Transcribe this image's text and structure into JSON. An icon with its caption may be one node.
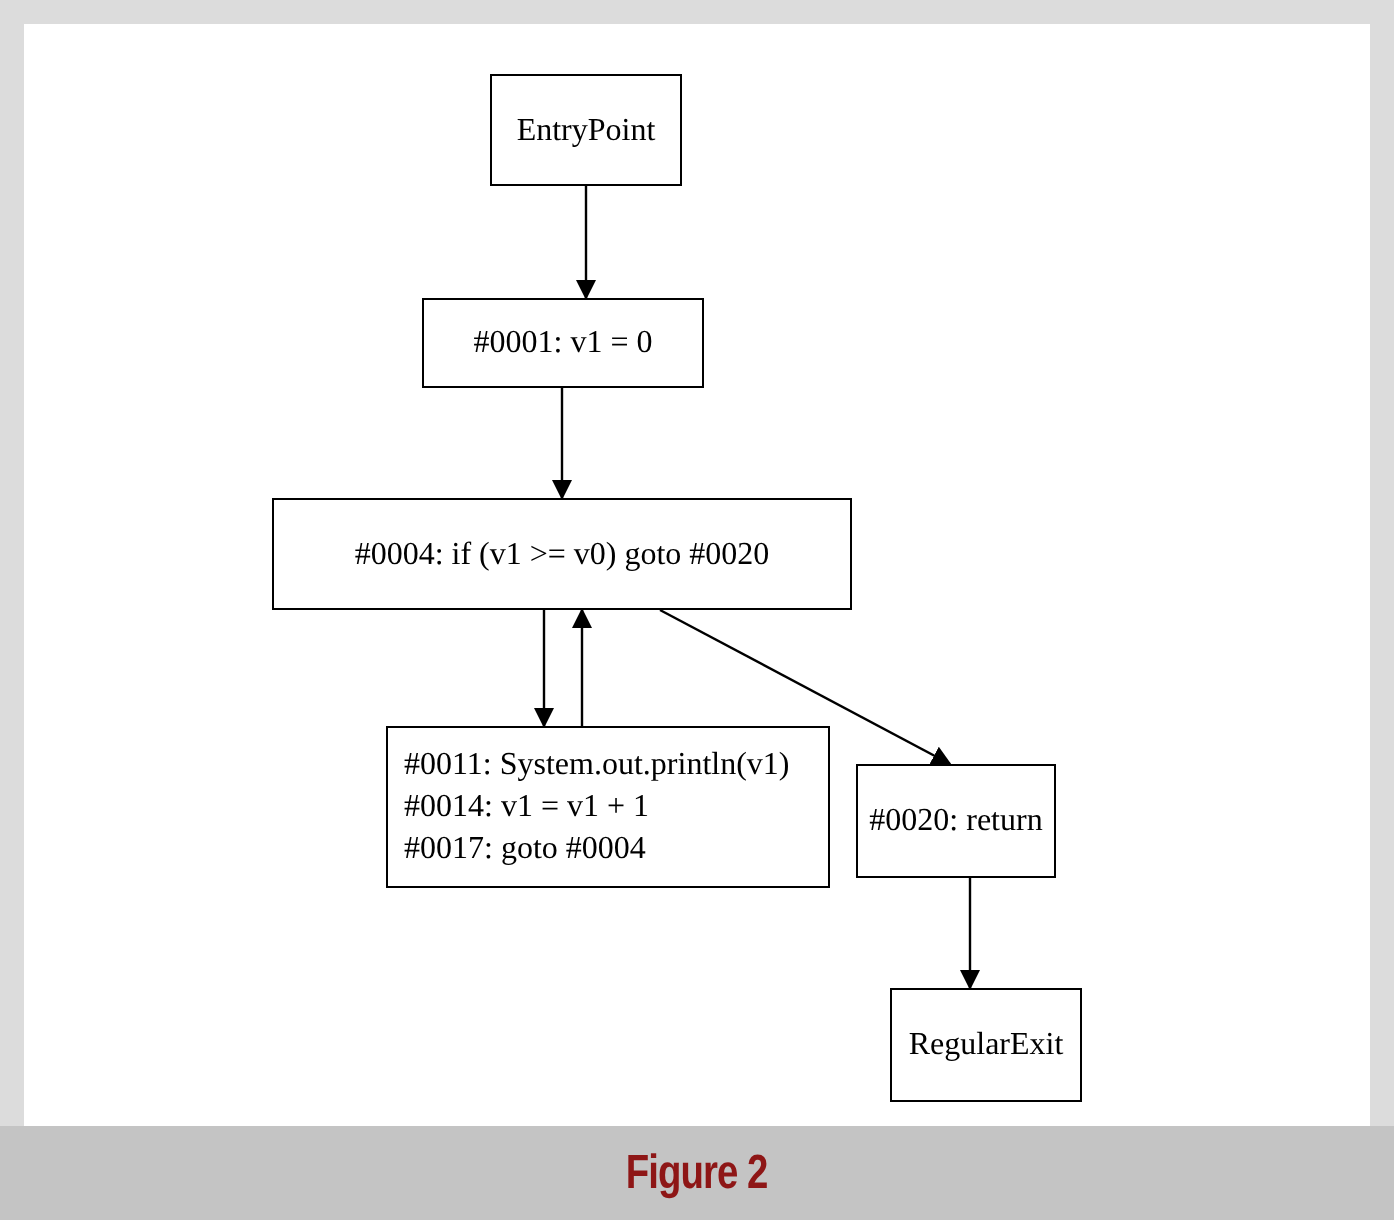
{
  "diagram": {
    "caption": "Figure 2",
    "nodes": [
      {
        "text": [
          "EntryPoint"
        ]
      },
      {
        "text": [
          "#0001: v1 = 0"
        ]
      },
      {
        "text": [
          "#0004: if (v1 >= v0) goto #0020"
        ]
      },
      {
        "text": [
          "#0011: System.out.println(v1)",
          "#0014: v1 = v1 + 1",
          "#0017: goto #0004"
        ]
      },
      {
        "text": [
          "#0020: return"
        ]
      },
      {
        "text": [
          "RegularExit"
        ]
      }
    ],
    "edges": [
      {
        "from": 0,
        "to": 1,
        "arrow": "to"
      },
      {
        "from": 1,
        "to": 2,
        "arrow": "to"
      },
      {
        "from": 2,
        "to": 3,
        "arrow": "to"
      },
      {
        "from": 3,
        "to": 2,
        "arrow": "to"
      },
      {
        "from": 2,
        "to": 4,
        "arrow": "to"
      },
      {
        "from": 4,
        "to": 5,
        "arrow": "to"
      }
    ]
  }
}
